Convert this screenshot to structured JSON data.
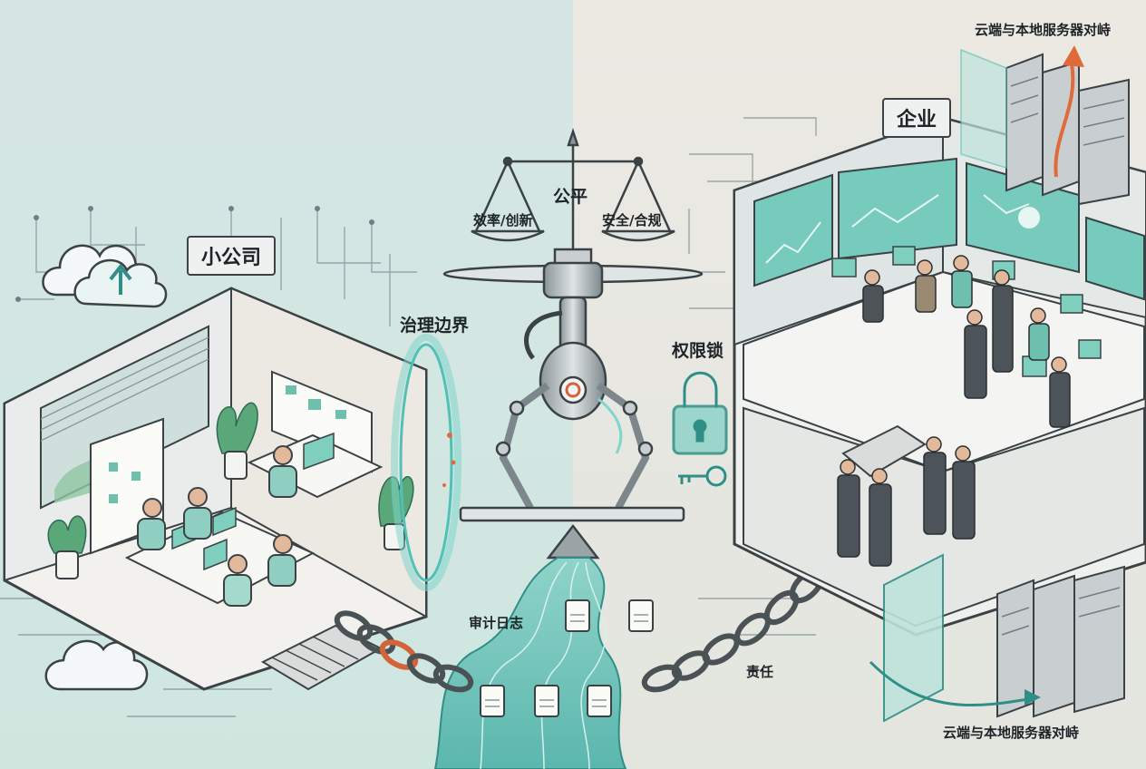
{
  "labels": {
    "small_company": "小公司",
    "enterprise": "企业",
    "fairness": "公平",
    "efficiency_innovation": "效率/创新",
    "security_compliance": "安全/合规",
    "governance_boundary": "治理边界",
    "permission_lock": "权限锁",
    "audit_log": "审计日志",
    "responsibility": "责任",
    "cloud_vs_local_top": "云端与本地服务器对峙",
    "cloud_vs_local_bottom": "云端与本地服务器对峙"
  },
  "colors": {
    "bg_left": "#d9e8e6",
    "bg_right": "#ebe8e2",
    "teal_accent": "#5fc1b4",
    "teal_dark": "#2f8f86",
    "line_dark": "#3b4246",
    "screen_teal": "#77cbbd",
    "link_orange": "#d2643a",
    "arrow_orange": "#e06a3a"
  },
  "icons": [
    "cloud-upload-icon",
    "cloud-icon",
    "balance-scale-icon",
    "robot-claw-icon",
    "padlock-icon",
    "key-icon",
    "document-icon",
    "chain-icon",
    "server-rack-icon",
    "portal-ring-icon"
  ]
}
